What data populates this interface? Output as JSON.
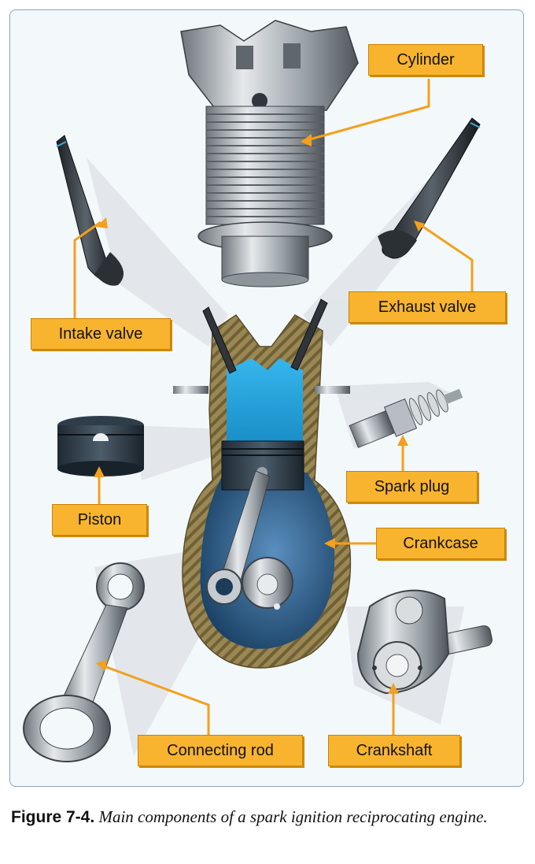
{
  "labels": {
    "cylinder": "Cylinder",
    "intake_valve": "Intake valve",
    "exhaust_valve": "Exhaust valve",
    "spark_plug": "Spark plug",
    "piston": "Piston",
    "crankcase": "Crankcase",
    "connecting_rod": "Connecting rod",
    "crankshaft": "Crankshaft"
  },
  "caption": {
    "figure_number": "Figure 7-4.",
    "text": "Main components of a spark ignition reciprocating engine."
  },
  "colors": {
    "label_fill": "#f8b42f",
    "leader_line": "#f3a01c",
    "casing": "#8b7a4a",
    "combustion_chamber": "#29a7e0",
    "crank_chamber": "#2c5e86",
    "steel": "#a9b0b6"
  }
}
